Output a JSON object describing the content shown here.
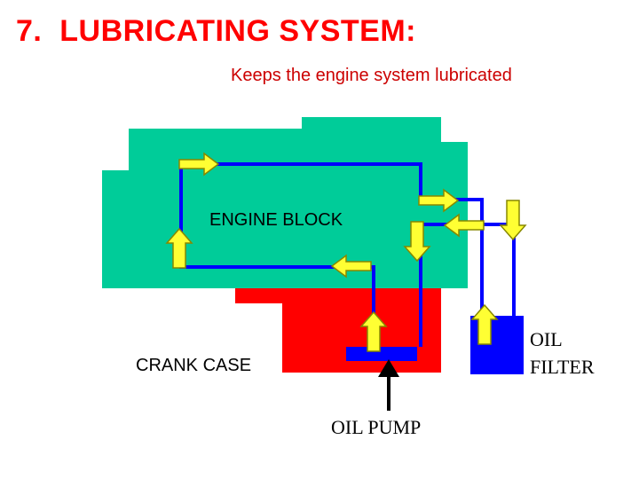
{
  "slide": {
    "title": "7.  LUBRICATING SYSTEM:",
    "subtitle": "Keeps the engine system lubricated"
  },
  "diagram": {
    "labels": {
      "engine_block": "ENGINE BLOCK",
      "crank_case": "CRANK CASE",
      "oil_pump": "OIL PUMP",
      "oil_filter_line1": "OIL",
      "oil_filter_line2": "FILTER"
    },
    "colors": {
      "title": "#ff0000",
      "subtitle": "#cc0000",
      "engine_block": "#00cc99",
      "crank_case": "#ff0000",
      "oil_line": "#0000ff",
      "oil_filter": "#0000ff",
      "flow_arrow_fill": "#ffff33",
      "flow_arrow_stroke": "#888800",
      "pump_arrow": "#000000"
    },
    "icons": [
      "flow-arrow-right",
      "flow-arrow-left",
      "flow-arrow-up",
      "flow-arrow-down",
      "pump-inlet-arrow"
    ]
  }
}
